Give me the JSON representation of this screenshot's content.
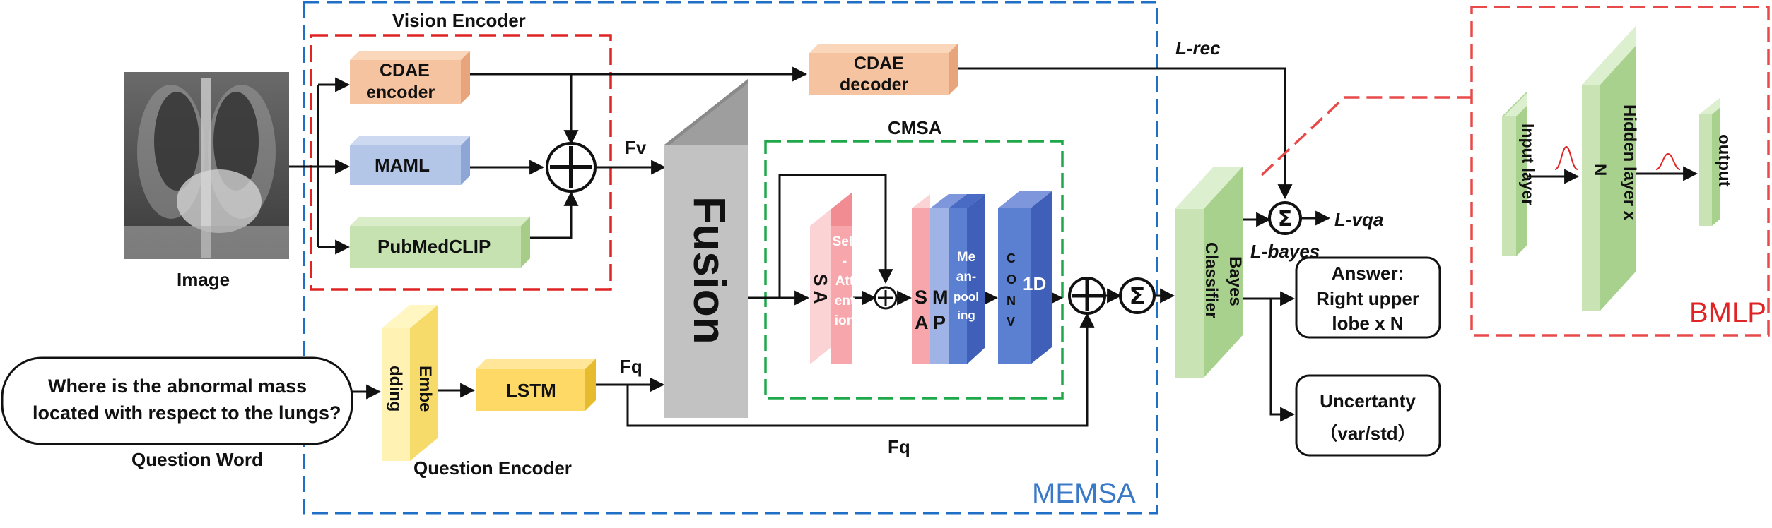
{
  "colors": {
    "memsa_border": "#1f6fc6",
    "vision_border": "#e02424",
    "cmsa_border": "#1ea84a",
    "bmlp_border": "#e84a4a",
    "cdae": "#f5c3a0",
    "maml": "#b3c6e8",
    "pubmedclip": "#c6e2b0",
    "fusion": "#bdbdbd",
    "lstm": "#ffd966",
    "embedding": "#fff2b3",
    "self_attention": "#f7a6ab",
    "mean_pooling": "#5b7fd1",
    "conv1d": "#5b7fd1",
    "bayes": "#c9e3b5",
    "bmlp_layers": "#c9e3b5"
  },
  "icons": {
    "image": "chest-xray-icon",
    "add": "circle-plus-icon",
    "sum": "circle-sigma-icon",
    "gaussian": "gaussian-curve-icon"
  },
  "labels": {
    "vision_encoder": "Vision Encoder",
    "cdae_encoder_1": "CDAE",
    "cdae_encoder_2": "encoder",
    "maml": "MAML",
    "pubmedclip": "PubMedCLIP",
    "cdae_decoder_1": "CDAE",
    "cdae_decoder_2": "decoder",
    "image": "Image",
    "fv": "Fv",
    "fq_top": "Fq",
    "fq_bottom": "Fq",
    "fusion": "Fusion",
    "cmsa": "CMSA",
    "sa": "S A",
    "self_attention": [
      "Self",
      "-",
      "Att",
      "ent",
      "ion"
    ],
    "sa2": "S",
    "ap": "A",
    "mp": "M",
    "p": "P",
    "mean_pooling": [
      "Me",
      "an-",
      "pool",
      "ing"
    ],
    "conv": [
      "C",
      "O",
      "N",
      "V"
    ],
    "one_d": "1D",
    "question_line1": "Where is the abnormal mass",
    "question_line2": "located with respect to the lungs?",
    "question_word": "Question Word",
    "embedding_1": "Embe",
    "embedding_2": "dding",
    "lstm": "LSTM",
    "question_encoder": "Question Encoder",
    "memsa": "MEMSA",
    "l_rec": "L-rec",
    "l_vqa": "L-vqa",
    "l_bayes": "L-bayes",
    "bayes_1": "Bayes",
    "bayes_2": "Classifier",
    "answer_1": "Answer:",
    "answer_2": "Right upper",
    "answer_3": "lobe x N",
    "uncertainty_1": "Uncertanty",
    "uncertainty_2": "（var/std）",
    "input_layer": "Input layer",
    "hidden_layer_1": "Hidden layer x",
    "hidden_layer_2": "N",
    "output": "output",
    "bmlp": "BMLP"
  }
}
